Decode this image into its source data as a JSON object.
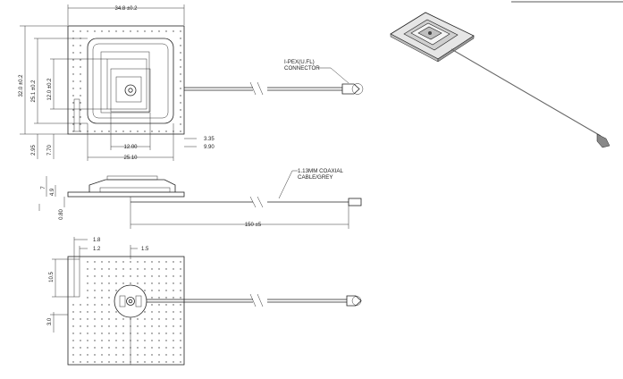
{
  "top_view": {
    "width": "34.8 ±0.2",
    "height": "32.0 ±0.2",
    "inner_height": "25.1 ±0.2",
    "patch_height": "12.0 ±0.2",
    "bottom_offset_a": "2.95",
    "bottom_offset_b": "7.70",
    "patch_width": "12.00",
    "inner_width": "25.10",
    "offset_c": "3.35",
    "offset_d": "9.90"
  },
  "connector_label": {
    "line1": "I-PEX(U.FL)",
    "line2": "CONNECTOR"
  },
  "side_view": {
    "height_total": "7",
    "height_mid": "4.9",
    "height_base": "0.80",
    "cable_length": "150 ±5"
  },
  "cable_label": {
    "line1": "1.13MM COAXIAL",
    "line2": "CABLE/GREY"
  },
  "bottom_view": {
    "slot_width": "1.8",
    "slot_inner": "1.2",
    "pin_offset": "1.5",
    "slot_height": "10.5",
    "bottom_offset": "3.0"
  }
}
